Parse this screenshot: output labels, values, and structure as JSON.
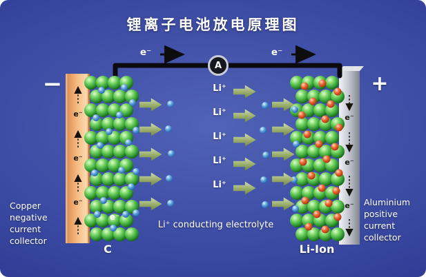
{
  "title": "锂离子电池放电原理图",
  "circuit": {
    "ammeter_label": "A",
    "electron_label": "e⁻"
  },
  "negative_side": {
    "polarity": "−",
    "electron_label": "e⁻",
    "collector_label": "Copper\nnegative\ncurrent\ncollector",
    "electrode_label": "C"
  },
  "positive_side": {
    "polarity": "+",
    "electron_label": "e⁻",
    "collector_label": "Aluminium\npositive\ncurrent\ncollector",
    "electrode_label": "Li-Ion"
  },
  "electrolyte": {
    "ion_label": "Li⁺",
    "caption": "Li⁺ conducting electrolyte"
  },
  "colors": {
    "background_center": "#5163b6",
    "background_edge": "#232e86",
    "copper_collector": "#f4b97f",
    "aluminium_collector": "#c6c8d2",
    "graphite_sphere": "#2f9630",
    "lithium_ion_sphere": "#1d5fa8",
    "cathode_site_sphere": "#ef6a33",
    "ion_arrow": "#9fb465",
    "wire": "#0b0b0f"
  }
}
